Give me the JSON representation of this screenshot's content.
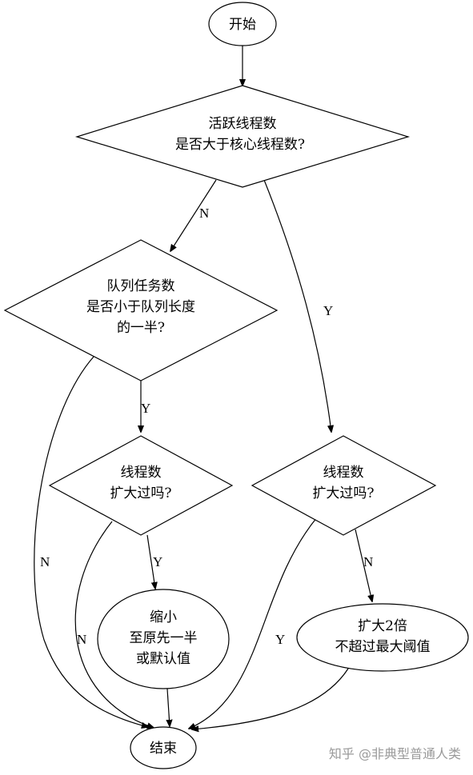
{
  "nodes": {
    "start": "开始",
    "check_active": [
      "活跃线程数",
      "是否大于核心线程数?"
    ],
    "check_queue": [
      "队列任务数",
      "是否小于队列长度",
      "的一半?"
    ],
    "expanded_left": [
      "线程数",
      "扩大过吗?"
    ],
    "expanded_right": [
      "线程数",
      "扩大过吗?"
    ],
    "shrink": [
      "缩小",
      "至原先一半",
      "或默认值"
    ],
    "expand": [
      "扩大2倍",
      "不超过最大阈值"
    ],
    "end": "结束"
  },
  "edge_labels": {
    "active_no": "N",
    "active_yes": "Y",
    "queue_yes": "Y",
    "queue_no": "N",
    "left_yes": "Y",
    "left_no": "N",
    "right_no": "N",
    "right_yes": "Y"
  },
  "watermark": "知乎 @非典型普通人类"
}
